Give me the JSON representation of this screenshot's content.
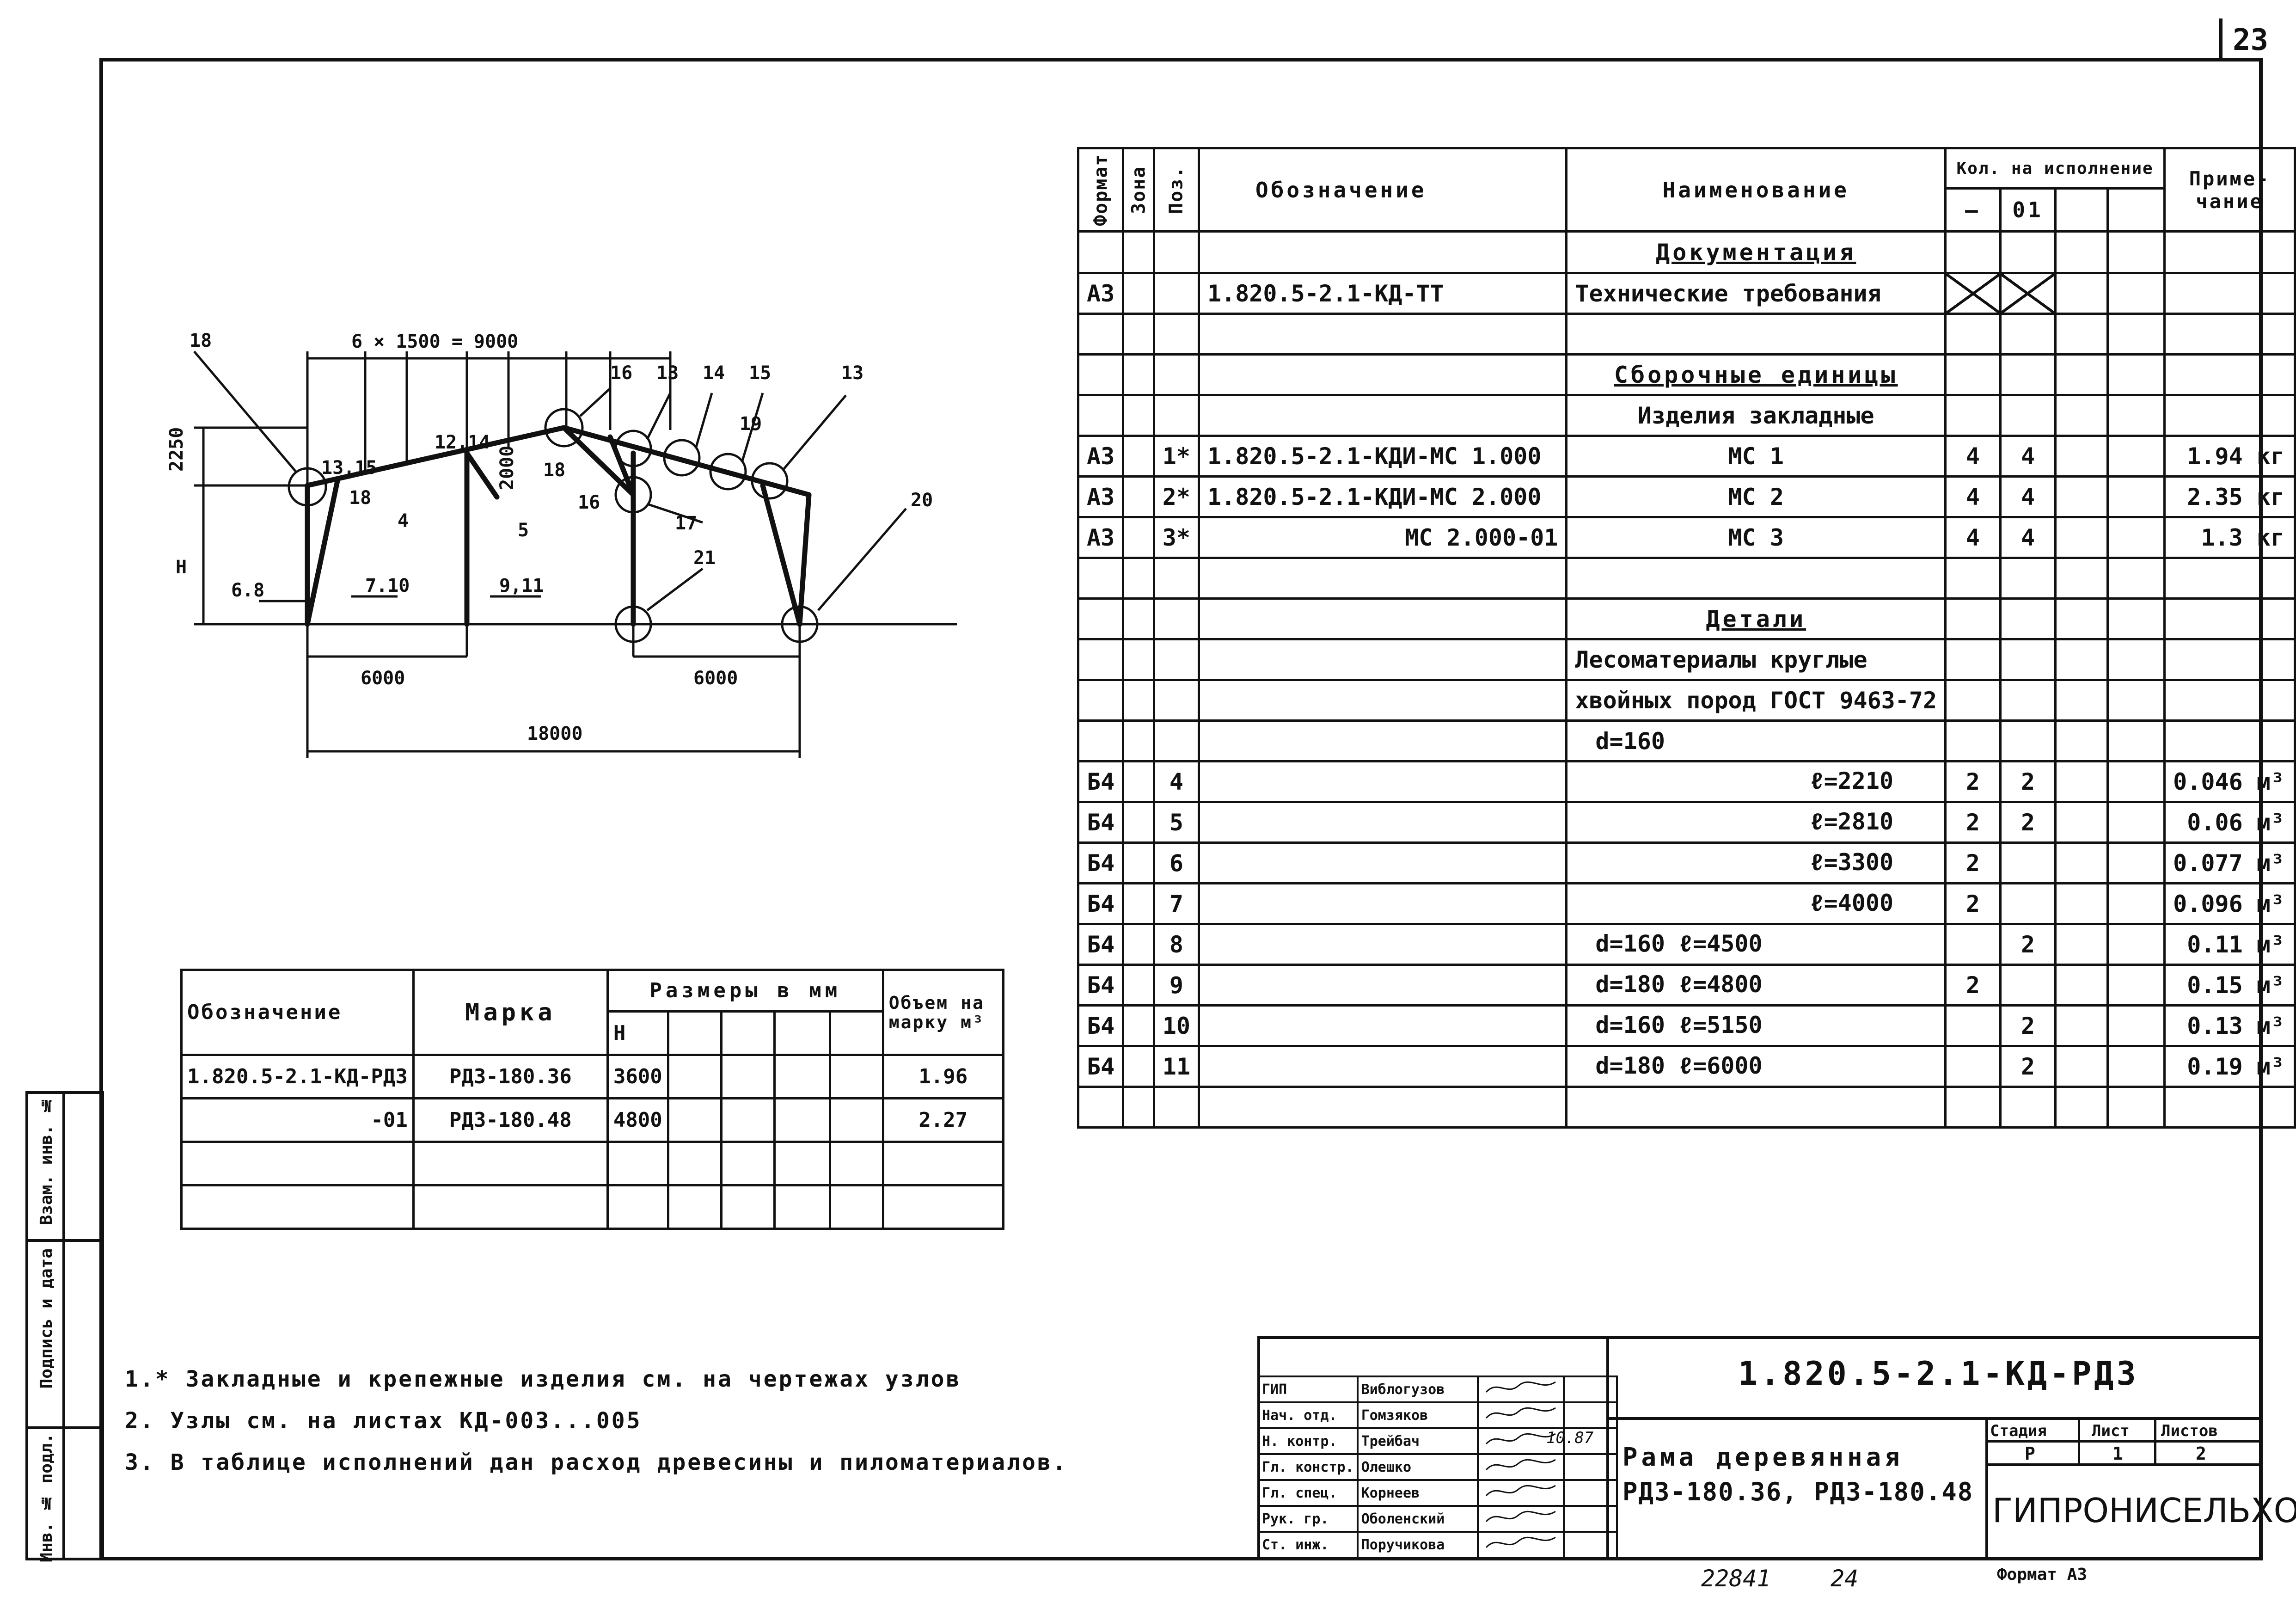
{
  "sheet_number": "23",
  "spec": {
    "headers": {
      "format": "Формат",
      "zone": "Зона",
      "pos": "Поз.",
      "designation": "Обозначение",
      "name": "Наименование",
      "qty": "Кол. на исполнение",
      "qty_col1": "—",
      "qty_col2": "01",
      "note": "Приме-чание"
    },
    "rows": [
      {
        "format": "",
        "pos": "",
        "des": "",
        "name": "Документация",
        "q1": "",
        "q2": "",
        "note": "",
        "section": true
      },
      {
        "format": "А3",
        "pos": "",
        "des": "1.820.5-2.1-КД-ТТ",
        "name": "Технические требования",
        "q1": "",
        "q2": "",
        "note": "",
        "crossed": true
      },
      {
        "format": "",
        "pos": "",
        "des": "",
        "name": "",
        "q1": "",
        "q2": "",
        "note": ""
      },
      {
        "format": "",
        "pos": "",
        "des": "",
        "name": "Сборочные единицы",
        "q1": "",
        "q2": "",
        "note": "",
        "section": true
      },
      {
        "format": "",
        "pos": "",
        "des": "",
        "name": "Изделия закладные",
        "q1": "",
        "q2": "",
        "note": "",
        "center": true
      },
      {
        "format": "А3",
        "pos": "1*",
        "des": "1.820.5-2.1-КДИ-МС 1.000",
        "name": "МС 1",
        "q1": "4",
        "q2": "4",
        "note": "1.94 кг",
        "center": true
      },
      {
        "format": "А3",
        "pos": "2*",
        "des": "1.820.5-2.1-КДИ-МС 2.000",
        "name": "МС 2",
        "q1": "4",
        "q2": "4",
        "note": "2.35 кг",
        "center": true
      },
      {
        "format": "А3",
        "pos": "3*",
        "des": "МС 2.000-01",
        "name": "МС 3",
        "q1": "4",
        "q2": "4",
        "note": "1.3 кг",
        "center": true,
        "desright": true
      },
      {
        "format": "",
        "pos": "",
        "des": "",
        "name": "",
        "q1": "",
        "q2": "",
        "note": ""
      },
      {
        "format": "",
        "pos": "",
        "des": "",
        "name": "Детали",
        "q1": "",
        "q2": "",
        "note": "",
        "section": true
      },
      {
        "format": "",
        "pos": "",
        "des": "",
        "name": "Лесоматериалы круглые",
        "q1": "",
        "q2": "",
        "note": ""
      },
      {
        "format": "",
        "pos": "",
        "des": "",
        "name": "хвойных пород ГОСТ 9463-72",
        "q1": "",
        "q2": "",
        "note": ""
      },
      {
        "format": "",
        "pos": "",
        "des": "",
        "name": "d=160",
        "q1": "",
        "q2": "",
        "note": "",
        "indent": true
      },
      {
        "format": "Б4",
        "pos": "4",
        "des": "",
        "name": "ℓ=2210",
        "q1": "2",
        "q2": "2",
        "note": "0.046 м³",
        "right": true
      },
      {
        "format": "Б4",
        "pos": "5",
        "des": "",
        "name": "ℓ=2810",
        "q1": "2",
        "q2": "2",
        "note": "0.06 м³",
        "right": true
      },
      {
        "format": "Б4",
        "pos": "6",
        "des": "",
        "name": "ℓ=3300",
        "q1": "2",
        "q2": "",
        "note": "0.077 м³",
        "right": true
      },
      {
        "format": "Б4",
        "pos": "7",
        "des": "",
        "name": "ℓ=4000",
        "q1": "2",
        "q2": "",
        "note": "0.096 м³",
        "right": true
      },
      {
        "format": "Б4",
        "pos": "8",
        "des": "",
        "name": "d=160          ℓ=4500",
        "q1": "",
        "q2": "2",
        "note": "0.11 м³",
        "indent": true
      },
      {
        "format": "Б4",
        "pos": "9",
        "des": "",
        "name": "d=180          ℓ=4800",
        "q1": "2",
        "q2": "",
        "note": "0.15 м³",
        "indent": true
      },
      {
        "format": "Б4",
        "pos": "10",
        "des": "",
        "name": "d=160          ℓ=5150",
        "q1": "",
        "q2": "2",
        "note": "0.13 м³",
        "indent": true
      },
      {
        "format": "Б4",
        "pos": "11",
        "des": "",
        "name": "d=180          ℓ=6000",
        "q1": "",
        "q2": "2",
        "note": "0.19 м³",
        "indent": true
      },
      {
        "format": "",
        "pos": "",
        "des": "",
        "name": "",
        "q1": "",
        "q2": "",
        "note": ""
      }
    ]
  },
  "variants": {
    "headers": {
      "des": "Обозначение",
      "mark": "Марка",
      "dims": "Размеры в мм",
      "h": "Н",
      "vol": "Объем на марку м³"
    },
    "rows": [
      {
        "des": "1.820.5-2.1-КД-РД3",
        "mark": "РД3-180.36",
        "h": "3600",
        "vol": "1.96"
      },
      {
        "des": "-01",
        "mark": "РД3-180.48",
        "h": "4800",
        "vol": "2.27"
      },
      {
        "des": "",
        "mark": "",
        "h": "",
        "vol": ""
      },
      {
        "des": "",
        "mark": "",
        "h": "",
        "vol": ""
      }
    ]
  },
  "drawing": {
    "top_dim": "6 × 1500 = 9000",
    "dim_2250": "2250",
    "dim_2000": "2000",
    "dim_h": "Н",
    "dim_6000_left": "6000",
    "dim_6000_right": "6000",
    "dim_total": "18000",
    "labels": {
      "l18a": "18",
      "l13_15": "13,15",
      "l12_14": "12,14",
      "l18b": "18",
      "l4": "4",
      "l5": "5",
      "l16a": "16",
      "l13a": "13",
      "l14": "14",
      "l15": "15",
      "l13b": "13",
      "l19": "19",
      "l18c": "18",
      "l16b": "16",
      "l17": "17",
      "l20": "20",
      "l21": "21",
      "l6_8": "6.8",
      "l7_10": "7.10",
      "l9_11": "9,11"
    }
  },
  "notes": [
    "1.* Закладные и крепежные изделия см. на чертежах узлов",
    "2. Узлы см. на листах КД-003...005",
    "3. В таблице исполнений дан расход древесины и пиломатериалов."
  ],
  "title_block": {
    "doc_code": "1.820.5-2.1-КД-РД3",
    "title_line1": "Рама деревянная",
    "title_line2": "РД3-180.36, РД3-180.48",
    "stage_label": "Стадия",
    "sheet_label": "Лист",
    "sheets_label": "Листов",
    "stage": "Р",
    "sheet": "1",
    "sheets": "2",
    "org": "ГИПРОНИСЕЛЬХОЗ",
    "date": "10.87",
    "people": [
      {
        "role": "ГИП",
        "name": "Виблогузов"
      },
      {
        "role": "Нач. отд.",
        "name": "Гомзяков"
      },
      {
        "role": "Н. контр.",
        "name": "Трейбач"
      },
      {
        "role": "Гл. констр.",
        "name": "Олешко"
      },
      {
        "role": "Гл. спец.",
        "name": "Корнеев"
      },
      {
        "role": "Рук. гр.",
        "name": "Оболенский"
      },
      {
        "role": "Ст. инж.",
        "name": "Поручикова"
      }
    ],
    "format": "Формат А3",
    "inventory": "22841",
    "copy_no": "24"
  },
  "side_stamp": {
    "inv_orig": "Инв. № подл.",
    "sign_date": "Подпись и дата",
    "inv_repl": "Взам. инв. №"
  }
}
